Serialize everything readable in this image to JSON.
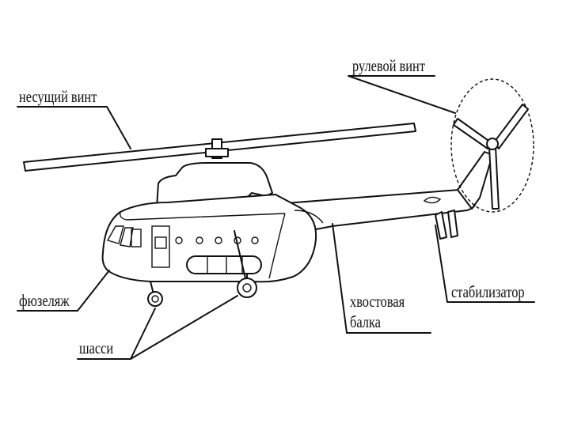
{
  "labels": {
    "main_rotor": "несущий винт",
    "tail_rotor": "рулевой винт",
    "fuselage": "фюзеляж",
    "landing_gear": "шасси",
    "tail_boom_line1": "хвостовая",
    "tail_boom_line2": "балка",
    "stabilizer": "стабилизатор"
  },
  "colors": {
    "line": "#111111",
    "background": "#ffffff"
  }
}
